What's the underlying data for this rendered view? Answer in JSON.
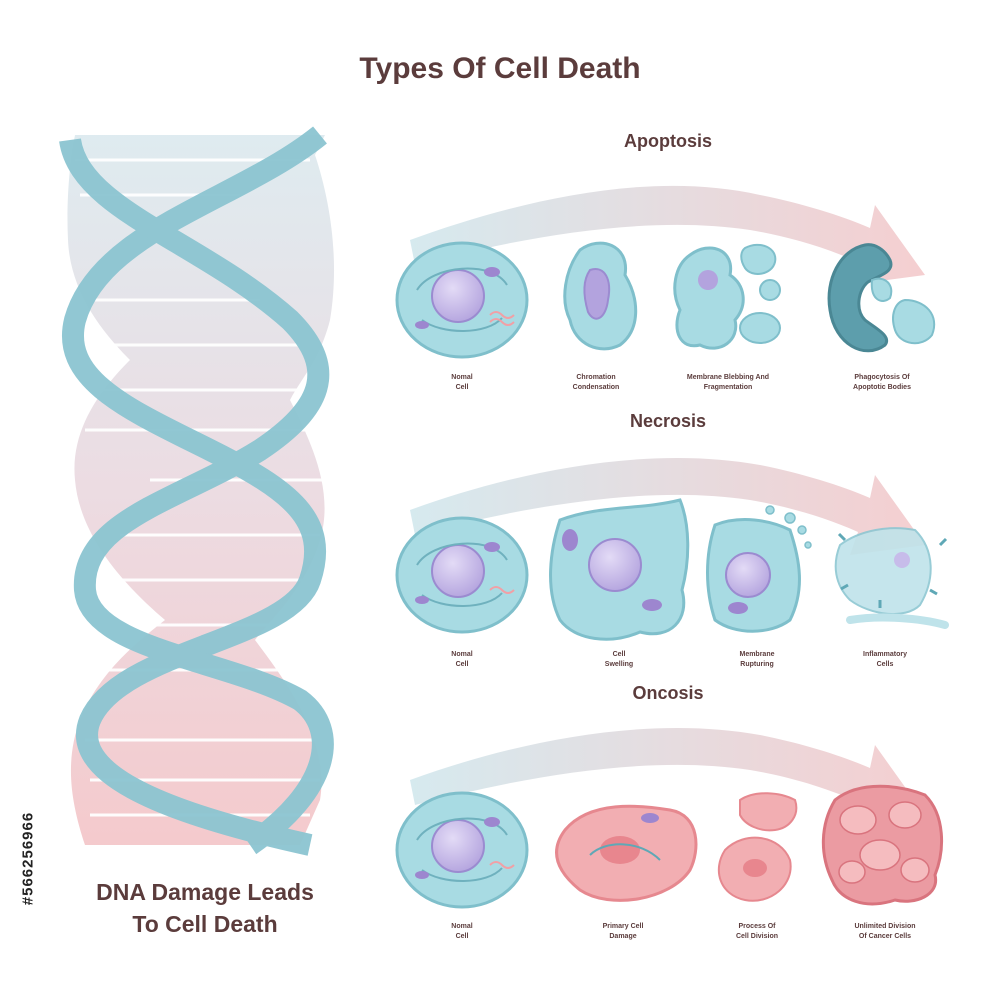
{
  "title": "Types Of Cell Death",
  "dna_caption_line1": "DNA Damage Leads",
  "dna_caption_line2": "To Cell Death",
  "stock_id": "#566256966",
  "colors": {
    "title": "#5b3c3c",
    "cell_blue": "#9fd4dd",
    "cell_outline": "#77b9c5",
    "nucleus": "#b9a9e2",
    "damaged_pink": "#f2a5aa",
    "phagocyte": "#5a9eac"
  },
  "processes": [
    {
      "name": "Apoptosis",
      "stages": [
        {
          "line1": "Nomal",
          "line2": "Cell"
        },
        {
          "line1": "Chromation",
          "line2": "Condensation"
        },
        {
          "line1": "Membrane Blebbing And",
          "line2": "Fragmentation"
        },
        {
          "line1": "Phagocytosis Of",
          "line2": "Apoptotic Bodies"
        }
      ]
    },
    {
      "name": "Necrosis",
      "stages": [
        {
          "line1": "Nomal",
          "line2": "Cell"
        },
        {
          "line1": "Cell",
          "line2": "Swelling"
        },
        {
          "line1": "Membrane",
          "line2": "Rupturing"
        },
        {
          "line1": "Inflammatory",
          "line2": "Cells"
        }
      ]
    },
    {
      "name": "Oncosis",
      "stages": [
        {
          "line1": "Nomal",
          "line2": "Cell"
        },
        {
          "line1": "Primary Cell",
          "line2": "Damage"
        },
        {
          "line1": "Process Of",
          "line2": "Cell Division"
        },
        {
          "line1": "Unlimited Division",
          "line2": "Of Cancer Cells"
        }
      ]
    }
  ]
}
